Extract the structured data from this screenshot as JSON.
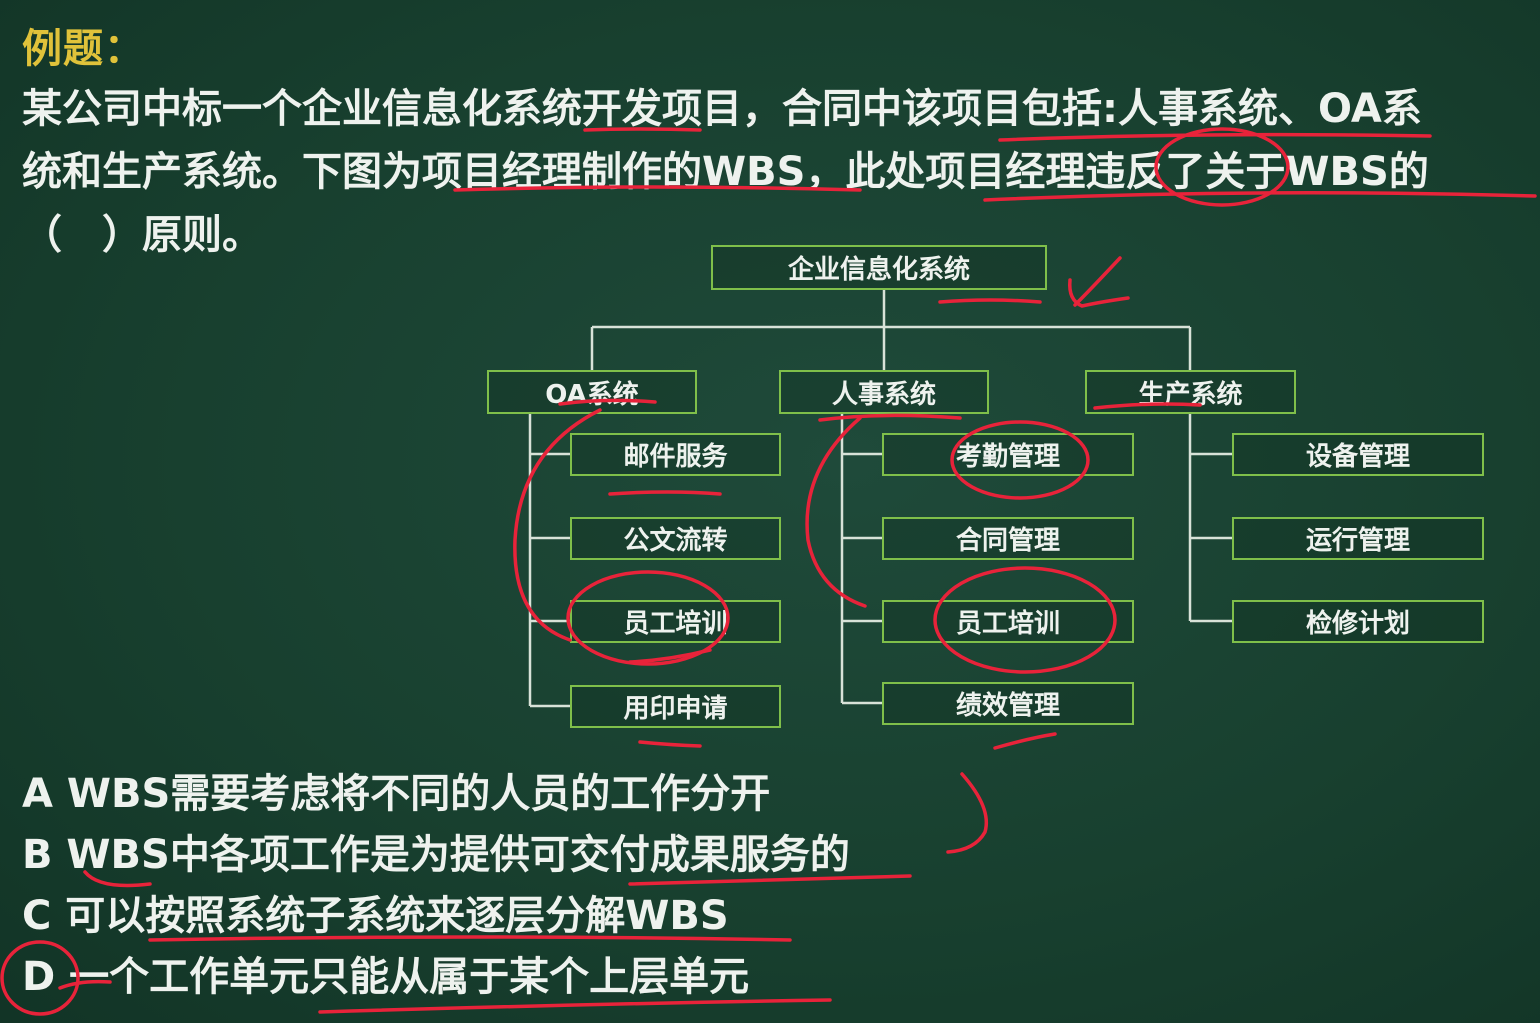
{
  "title": "例题：",
  "question": "某公司中标一个企业信息化系统开发项目，合同中该项目包括:人事系统、OA系\n统和生产系统。下图为项目经理制作的WBS，此处项目经理违反了关于WBS的\n（　）原则。",
  "wbs": {
    "root": "企业信息化系统",
    "branches": [
      {
        "label": "OA系统",
        "children": [
          "邮件服务",
          "公文流转",
          "员工培训",
          "用印申请"
        ]
      },
      {
        "label": "人事系统",
        "children": [
          "考勤管理",
          "合同管理",
          "员工培训",
          "绩效管理"
        ]
      },
      {
        "label": "生产系统",
        "children": [
          "设备管理",
          "运行管理",
          "检修计划"
        ]
      }
    ]
  },
  "options": [
    "A WBS需要考虑将不同的人员的工作分开",
    "B WBS中各项工作是为提供可交付成果服务的",
    "C 可以按照系统子系统来逐层分解WBS",
    "D 一个工作单元只能从属于某个上层单元"
  ],
  "colors": {
    "board": "#18402f",
    "title": "#e0c23a",
    "text": "#eef2ee",
    "box": "#7fbf4a",
    "line": "#d8e2d8",
    "ink": "#e8233a"
  }
}
